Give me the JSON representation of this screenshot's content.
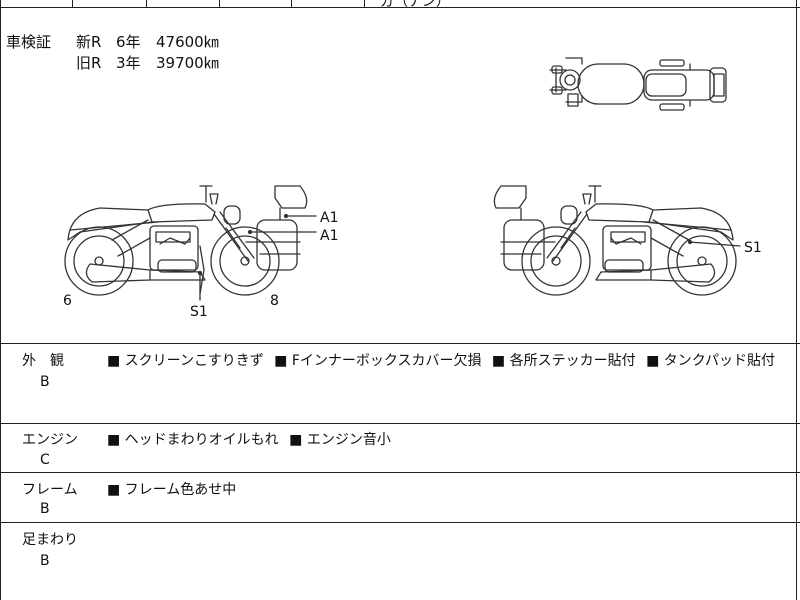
{
  "top_row": {
    "partial_text": "ガ（ナン）"
  },
  "inspection": {
    "label": "車検証",
    "rows": [
      {
        "type": "新R",
        "years": "6年",
        "km": "47600㎞"
      },
      {
        "type": "旧R",
        "years": "3年",
        "km": "39700㎞"
      }
    ]
  },
  "diagram_left": {
    "marks": {
      "A1_upper": "A1",
      "A1_lower": "A1",
      "S1": "S1",
      "front_num": "6",
      "rear_num": "8"
    }
  },
  "diagram_right": {
    "marks": {
      "S1": "S1"
    }
  },
  "sections": {
    "exterior": {
      "title": "外　観",
      "grade": "B",
      "notes": [
        "■ スクリーンこすりきず",
        "■ Fインナーボックスカバー欠損",
        "■ 各所ステッカー貼付",
        "■ タンクパッド貼付"
      ]
    },
    "engine": {
      "title": "エンジン",
      "grade": "C",
      "notes": [
        "■ ヘッドまわりオイルもれ",
        "■ エンジン音小"
      ]
    },
    "frame": {
      "title": "フレーム",
      "grade": "B",
      "notes": [
        "■ フレーム色あせ中"
      ]
    },
    "suspension": {
      "title": "足まわり",
      "grade": "B",
      "notes": []
    }
  }
}
